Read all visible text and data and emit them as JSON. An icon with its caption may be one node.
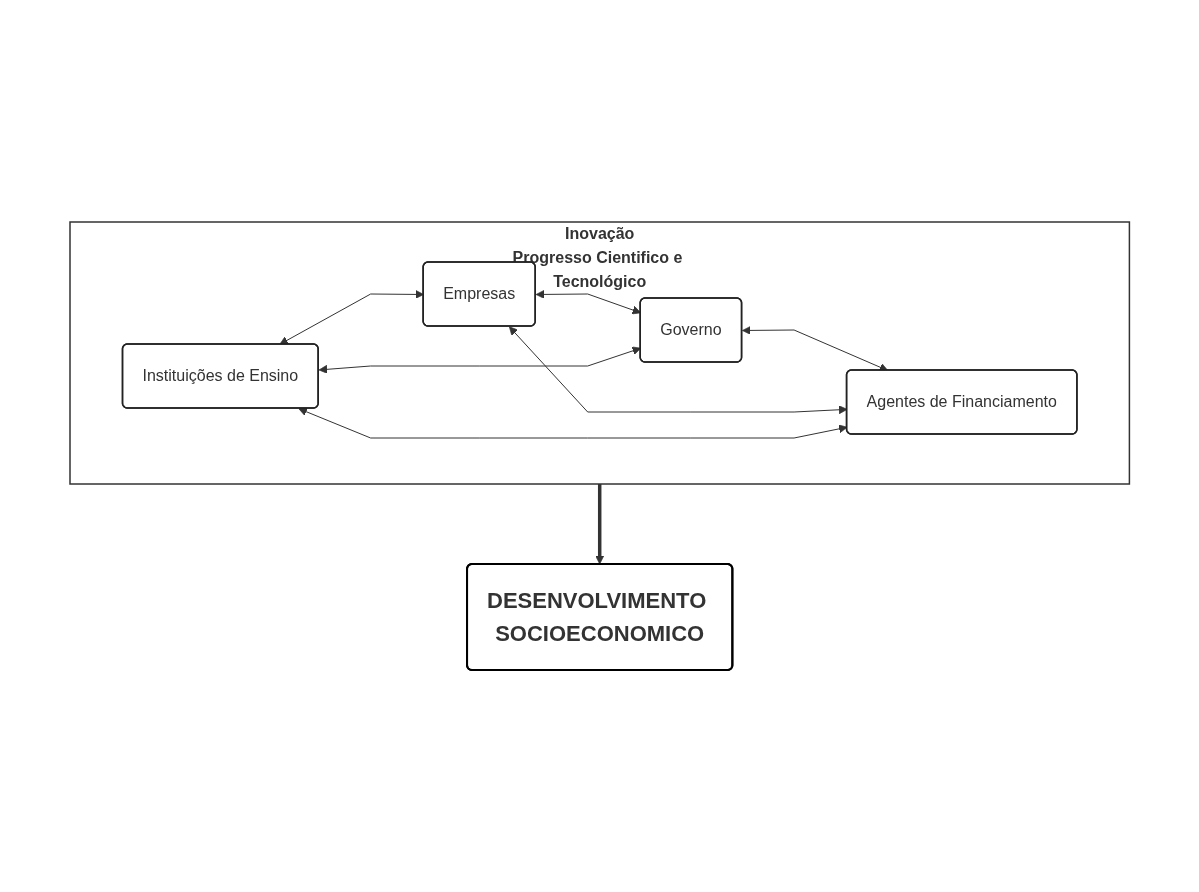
{
  "diagram": {
    "nodes": [
      {
        "text": [
          "Inovação",
          "Progresso Cientifico e Tecnológico"
        ]
      },
      {
        "text": [
          "Empresas"
        ],
        "in": 0
      },
      {
        "text": [
          "Governo"
        ],
        "in": 0
      },
      {
        "text": [
          "Instituições de Ensino"
        ],
        "in": 0
      },
      {
        "text": [
          "Agentes de Financiamento"
        ],
        "in": 0
      },
      {
        "text": [
          "DESENVOLVIMENTO SOCIOECONOMICO"
        ]
      }
    ],
    "edges": [
      {
        "from": 3,
        "to": 1,
        "arrow": "both"
      },
      {
        "from": 1,
        "to": 2,
        "arrow": "both"
      },
      {
        "from": 2,
        "to": 4,
        "arrow": "both"
      },
      {
        "from": 3,
        "to": 2,
        "arrow": "both"
      },
      {
        "from": 1,
        "to": 4,
        "arrow": "both"
      },
      {
        "from": 3,
        "to": 4,
        "arrow": "both"
      },
      {
        "from": 0,
        "to": 5,
        "arrow": "to",
        "style": "thick"
      }
    ]
  }
}
